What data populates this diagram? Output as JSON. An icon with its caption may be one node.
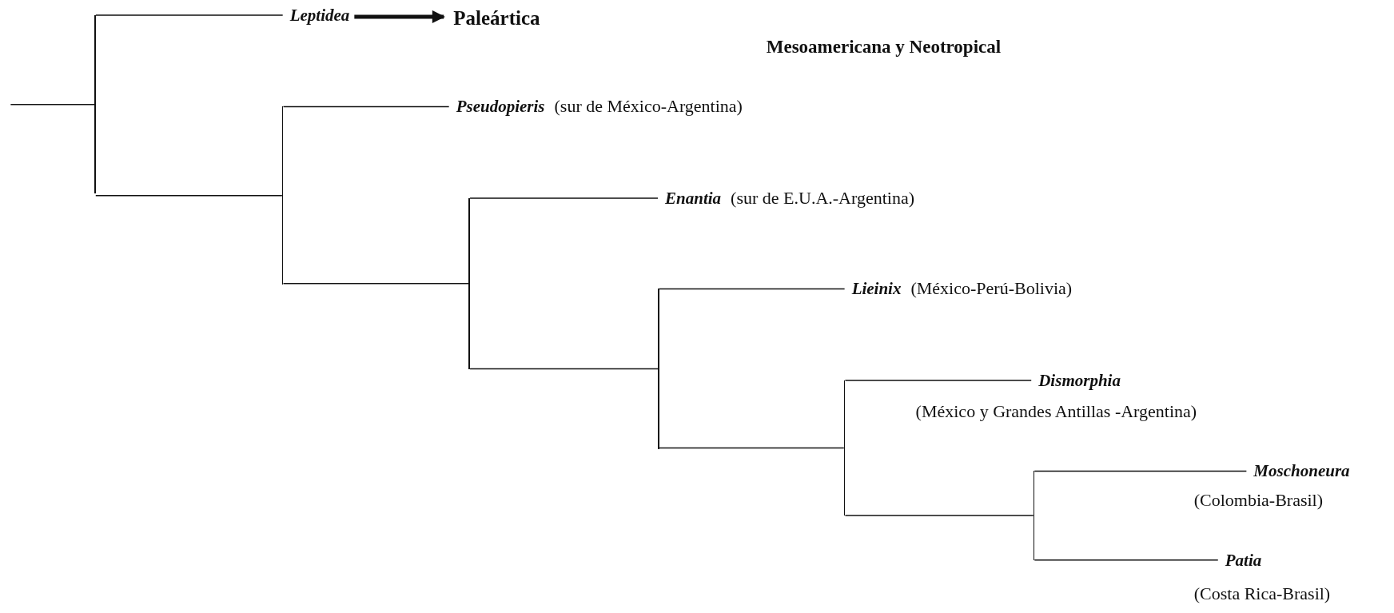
{
  "diagram": {
    "nodes": [
      {
        "text": [
          "Leptidea"
        ]
      },
      {
        "text": [
          "Paleártica"
        ]
      },
      {
        "text": [
          "Pseudopieris"
        ],
        "beside": [
          "(sur de México-Argentina)"
        ]
      },
      {
        "text": [
          "Enantia"
        ],
        "beside": [
          "(sur de E.U.A.-Argentina)"
        ]
      },
      {
        "text": [
          "Lieinix"
        ],
        "beside": [
          "(México-Perú-Bolivia)"
        ]
      },
      {
        "text": [
          "Dismorphia"
        ],
        "beside": [
          "(México y Grandes Antillas -Argentina)"
        ]
      },
      {
        "text": [
          "Moschoneura"
        ],
        "beside": [
          "(Colombia-Brasil)"
        ]
      },
      {
        "text": [
          "Patia"
        ],
        "beside": [
          "(Costa Rica-Brasil)"
        ]
      },
      {
        "text": [],
        "shape": "bar"
      },
      {
        "text": [],
        "shape": "bar"
      },
      {
        "text": [],
        "shape": "bar"
      },
      {
        "text": [],
        "shape": "bar"
      },
      {
        "text": [],
        "shape": "bar"
      },
      {
        "text": [],
        "shape": "bar"
      }
    ],
    "edges": [
      {
        "from": null,
        "to": 8,
        "arrow": "none"
      },
      {
        "from": 8,
        "to": 0,
        "arrow": "none"
      },
      {
        "from": 8,
        "to": 9,
        "arrow": "none"
      },
      {
        "from": 9,
        "to": 2,
        "arrow": "none"
      },
      {
        "from": 9,
        "to": 10,
        "arrow": "none"
      },
      {
        "from": 10,
        "to": 3,
        "arrow": "none"
      },
      {
        "from": 10,
        "to": 11,
        "arrow": "none"
      },
      {
        "from": 11,
        "to": 4,
        "arrow": "none"
      },
      {
        "from": 11,
        "to": 12,
        "arrow": "none"
      },
      {
        "from": 12,
        "to": 5,
        "arrow": "none"
      },
      {
        "from": 12,
        "to": 13,
        "arrow": "none"
      },
      {
        "from": 13,
        "to": 6,
        "arrow": "none"
      },
      {
        "from": 13,
        "to": 7,
        "arrow": "none"
      },
      {
        "from": 0,
        "to": 1,
        "arrow": "to",
        "style": "thick"
      }
    ],
    "labels": [
      "Mesoamericana y Neotropical"
    ]
  }
}
